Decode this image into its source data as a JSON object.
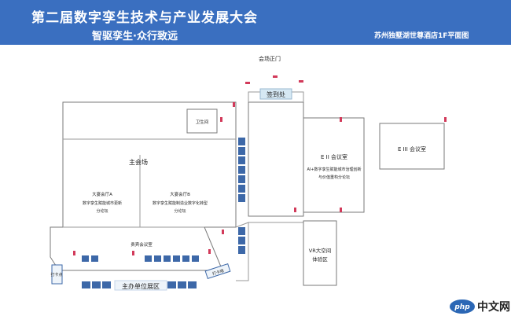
{
  "header": {
    "title": "第二届数字孪生技术与产业发展大会",
    "subtitle": "智驱孪生·众行致远",
    "right_label": "苏州独墅湖世尊酒店1F平面图"
  },
  "rooms": {
    "entrance": "会场正门",
    "signin": "签到处",
    "health": "卫生间",
    "main_hall": "主会场",
    "hall_a_name": "大宴会厅A",
    "hall_a_desc": "数字孪生赋能城市更新",
    "hall_a_sub": "分论坛",
    "hall_b_name": "大宴会厅B",
    "hall_b_desc": "数字孪生赋能制造业数字化转型",
    "hall_b_sub": "分论坛",
    "vip": "贵宾会议室",
    "room2_name": "E II 会议室",
    "room2_desc": "AI+数字孪生赋能城市治理创新",
    "room2_sub": "与价值重构分论坛",
    "room3_name": "E III 会议室",
    "vr_line1": "VR大空间",
    "vr_line2": "体验区",
    "exhibit": "主办单位展区",
    "left_booth": "打卡点",
    "bottom_booth": "打卡墙"
  },
  "watermark": {
    "badge": "php",
    "text": "中文网"
  },
  "colors": {
    "header_bg": "#3a6fc0",
    "door": "#d23a5a",
    "booth": "#3d68a8",
    "signin_bg": "#d6e8f3"
  }
}
